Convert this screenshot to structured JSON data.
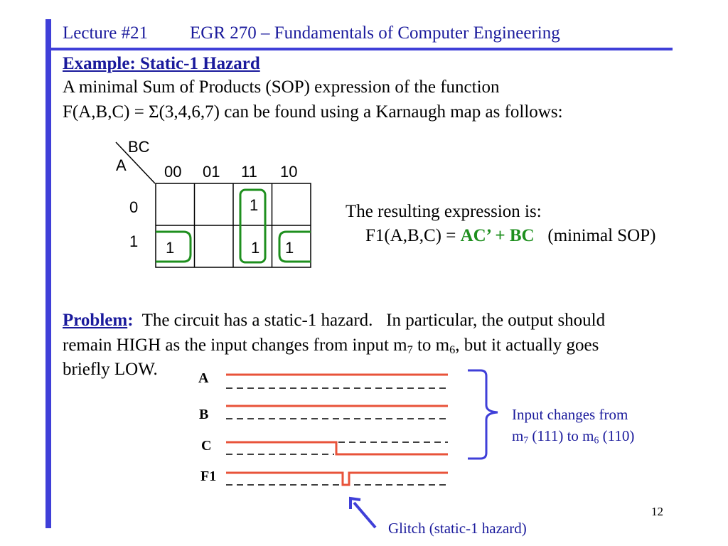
{
  "header": {
    "lecture": "Lecture #21",
    "course": "EGR 270 – Fundamentals of Computer Engineering"
  },
  "example": {
    "title": "Example:  Static-1 Hazard",
    "line1": "A minimal Sum of Products (SOP) expression of the function",
    "line2": "F(A,B,C) = Σ(3,4,6,7) can be found using a Karnaugh map as follows:"
  },
  "kmap": {
    "corner_col_label": "BC",
    "corner_row_label": "A",
    "column_headers": [
      "00",
      "01",
      "11",
      "10"
    ],
    "row_headers": [
      "0",
      "1"
    ],
    "cells": [
      [
        "",
        "",
        "1",
        ""
      ],
      [
        "1",
        "",
        "1",
        "1"
      ]
    ]
  },
  "result": {
    "intro": "The resulting expression is:",
    "lhs": "F1(A,B,C) = ",
    "expr": "AC’ + BC",
    "note": "(minimal SOP)"
  },
  "problem": {
    "label": "Problem",
    "colon": ":",
    "text1": "  The circuit has a static-1 hazard.   In particular, the output should",
    "text2a": "remain HIGH as the input changes from input m",
    "text2_sub1": "7",
    "text2b": " to m",
    "text2_sub2": "6",
    "text2c": ", but it actually goes",
    "text3": "briefly LOW."
  },
  "timing": {
    "signals": [
      "A",
      "B",
      "C",
      "F1"
    ],
    "bracket_line1": "Input changes from",
    "bracket_line2a": "m",
    "bracket_line2_sub1": "7",
    "bracket_line2b": " (111) to m",
    "bracket_line2_sub2": "6",
    "bracket_line2c": " (110)",
    "glitch_label": "Glitch (static-1 hazard)",
    "signal_color": "#e8533a",
    "group_color": "#1e8f1e",
    "accent_color": "#3f3fd8"
  },
  "page_number": "12"
}
